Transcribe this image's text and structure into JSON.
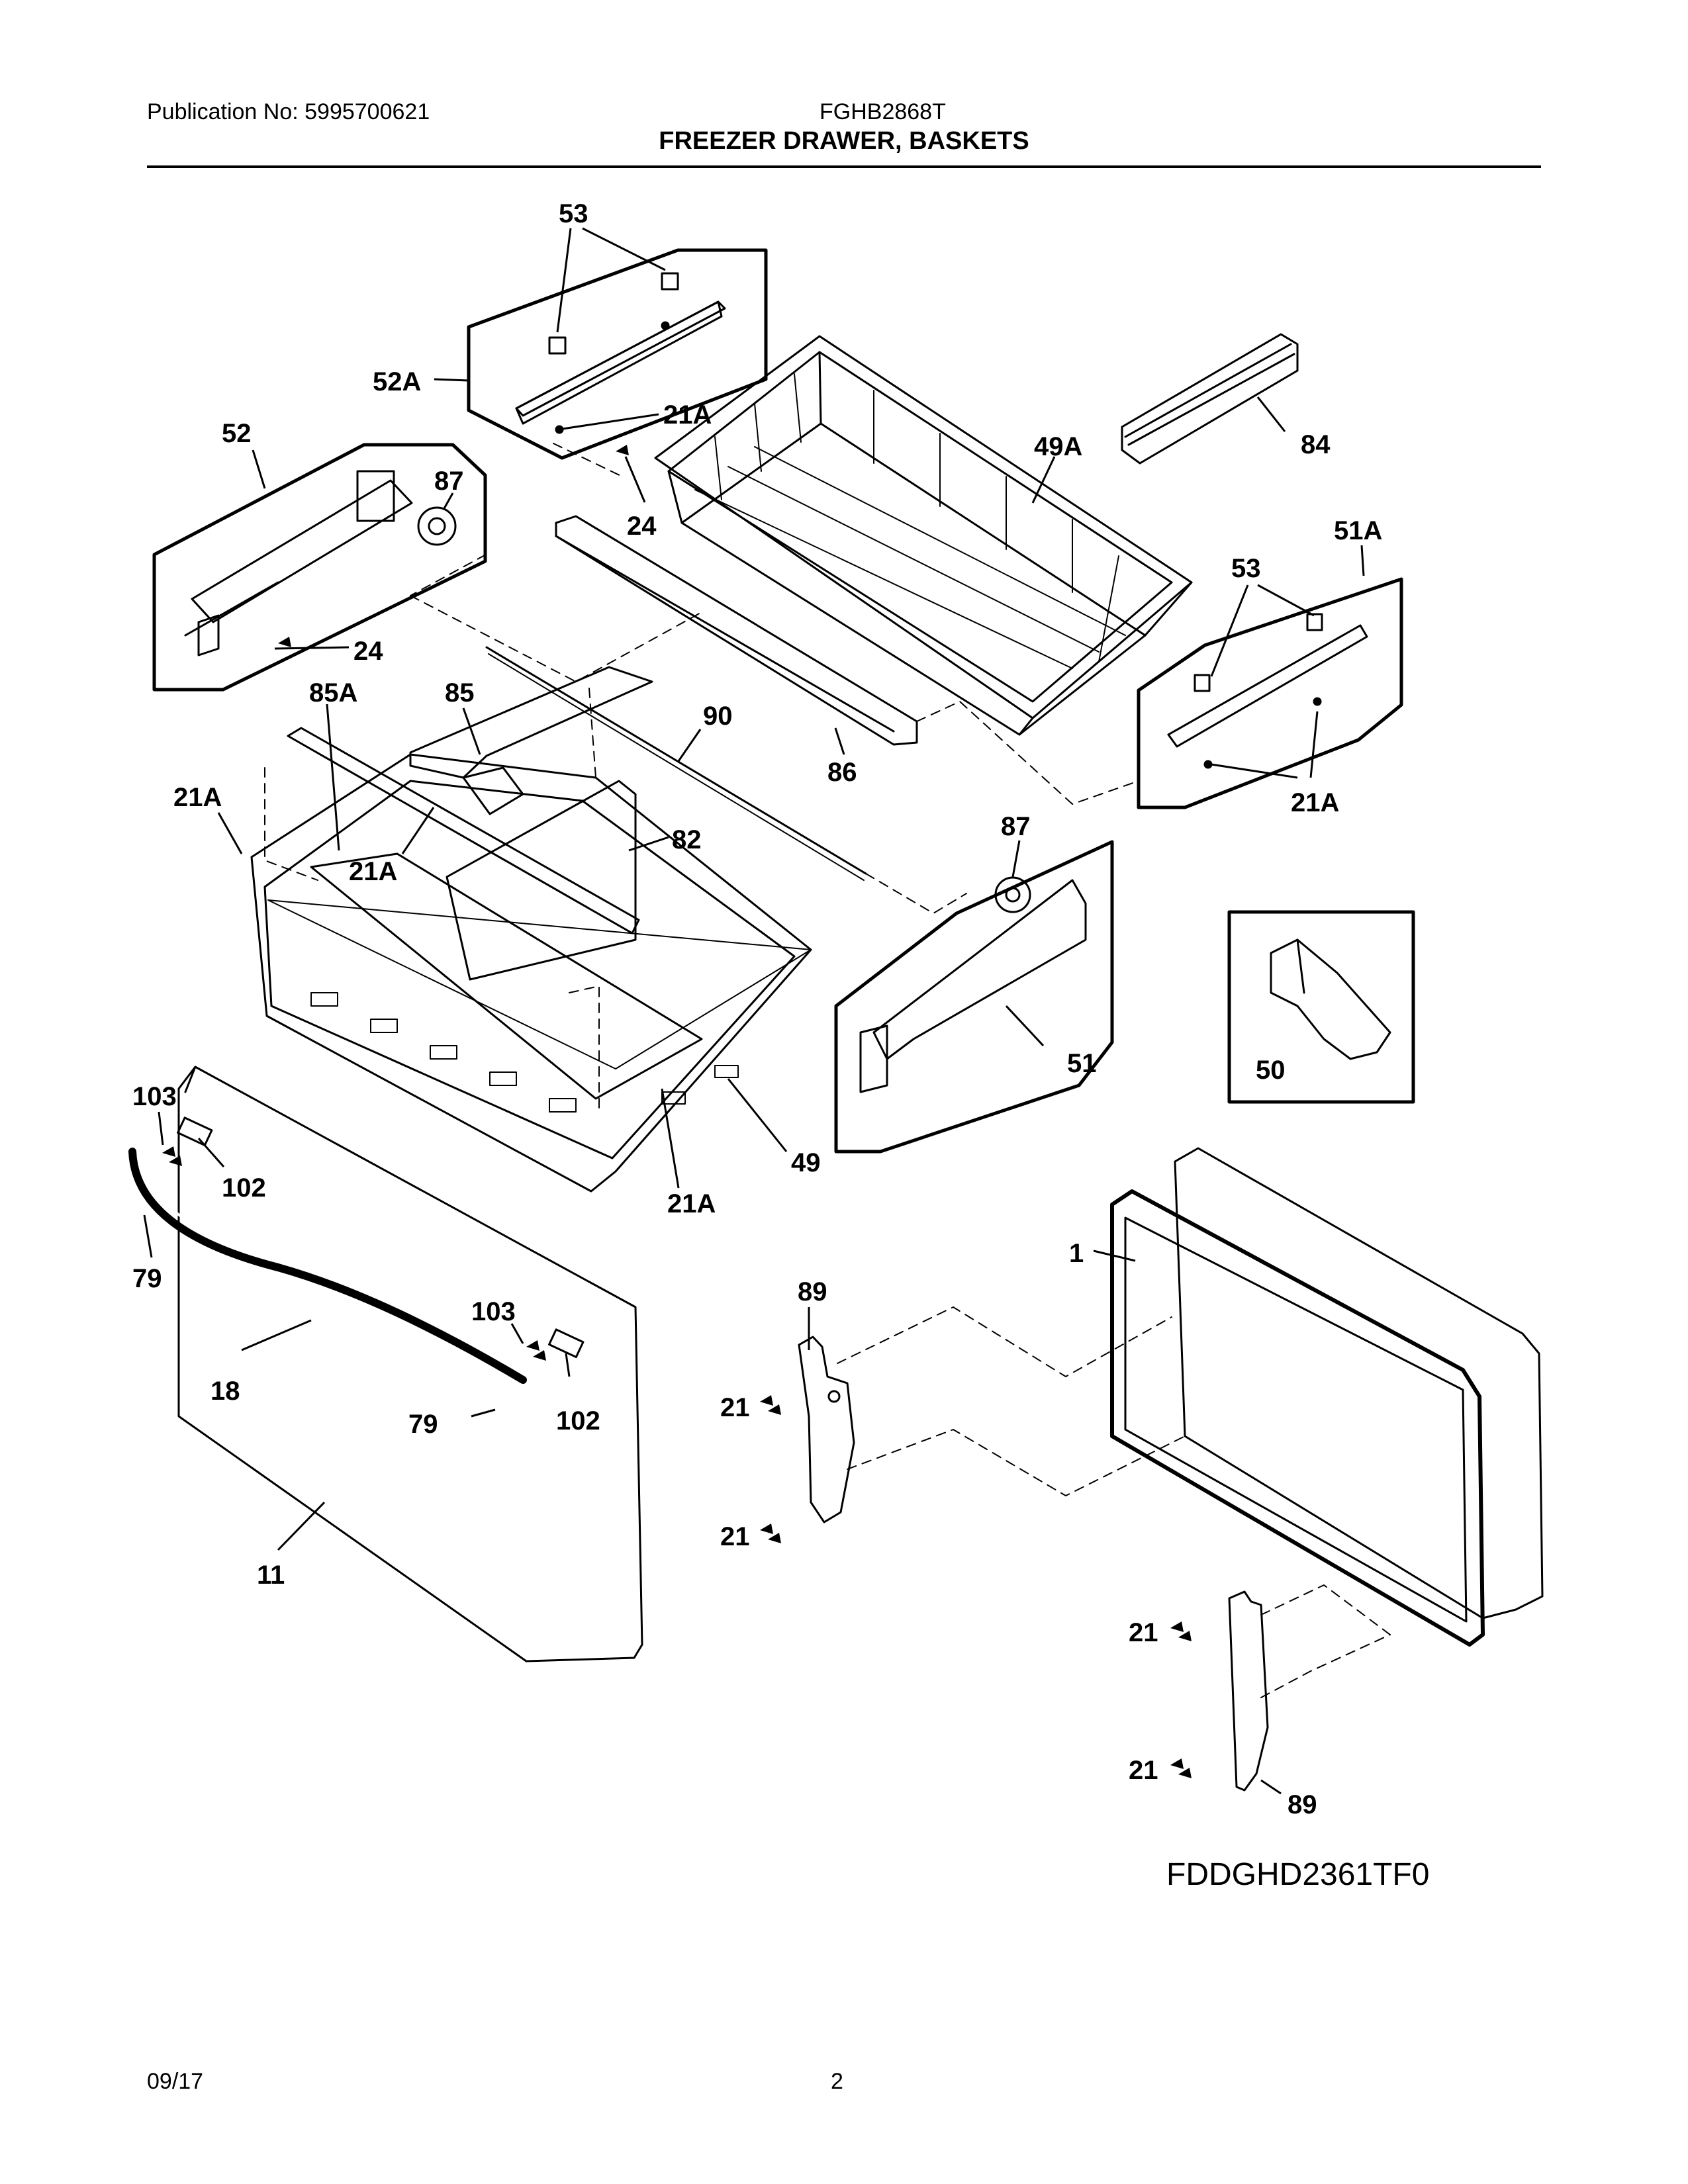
{
  "header": {
    "publication": "Publication No: 5995700621",
    "model": "FGHB2868T",
    "title": "FREEZER DRAWER, BASKETS"
  },
  "diagram": {
    "labels": {
      "53a": "53",
      "52A": "52A",
      "21A_a": "21A",
      "52": "52",
      "87a": "87",
      "24a": "24",
      "24b": "24",
      "49A": "49A",
      "84": "84",
      "51A": "51A",
      "53b": "53",
      "21A_b": "21A",
      "85A": "85A",
      "85": "85",
      "90": "90",
      "86": "86",
      "21A_c": "21A",
      "21A_d": "21A",
      "82": "82",
      "87b": "87",
      "51": "51",
      "50": "50",
      "103a": "103",
      "102a": "102",
      "21A_e": "21A",
      "49": "49",
      "79a": "79",
      "1": "1",
      "89a": "89",
      "103b": "103",
      "18": "18",
      "79b": "79",
      "102b": "102",
      "21a": "21",
      "21b": "21",
      "11": "11",
      "21c": "21",
      "21d": "21",
      "89b": "89"
    },
    "reference": "FDDGHD2361TF0"
  },
  "footer": {
    "date": "09/17",
    "page": "2"
  }
}
